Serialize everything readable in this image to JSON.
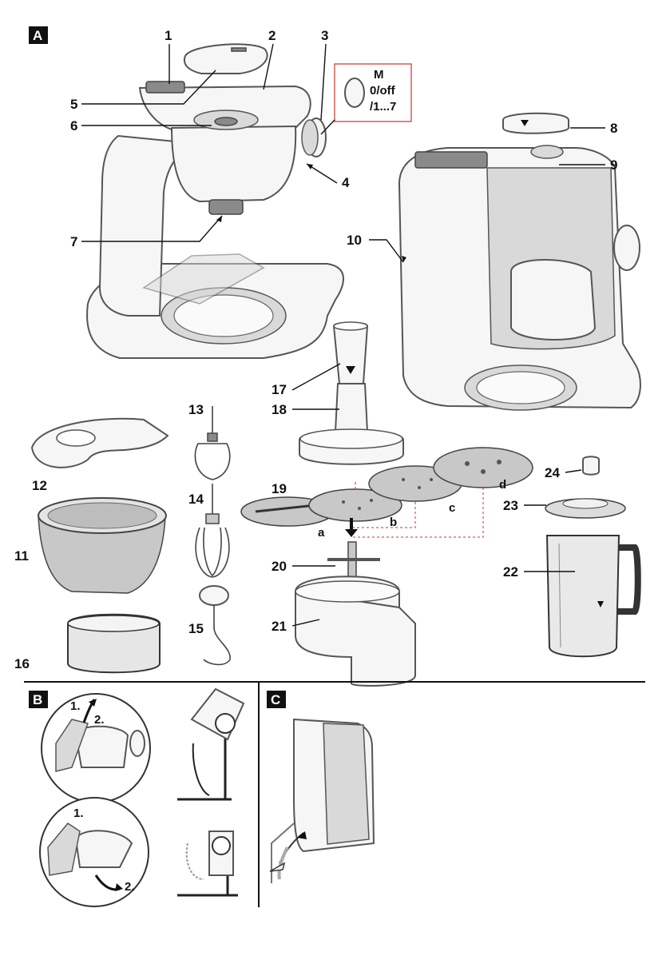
{
  "sections": {
    "a": "A",
    "b": "B",
    "c": "C"
  },
  "callouts": {
    "n1": "1",
    "n2": "2",
    "n3": "3",
    "n4": "4",
    "n5": "5",
    "n6": "6",
    "n7": "7",
    "n8": "8",
    "n9": "9",
    "n10": "10",
    "n11": "11",
    "n12": "12",
    "n13": "13",
    "n14": "14",
    "n15": "15",
    "n16": "16",
    "n17": "17",
    "n18": "18",
    "n19": "19",
    "n20": "20",
    "n21": "21",
    "n22": "22",
    "n23": "23",
    "n24": "24"
  },
  "disc_letters": {
    "a": "a",
    "b": "b",
    "c": "c",
    "d": "d"
  },
  "dial_label": {
    "line1": "M",
    "line2": "0/off",
    "line3": "/1...7"
  },
  "steps": {
    "s1": "1.",
    "s2": "2.",
    "s3": "1.",
    "s4": "2."
  },
  "colors": {
    "outline": "#555555",
    "body": "#f6f6f6",
    "leader": "#111111",
    "dashed_guide": "#c0392b"
  }
}
